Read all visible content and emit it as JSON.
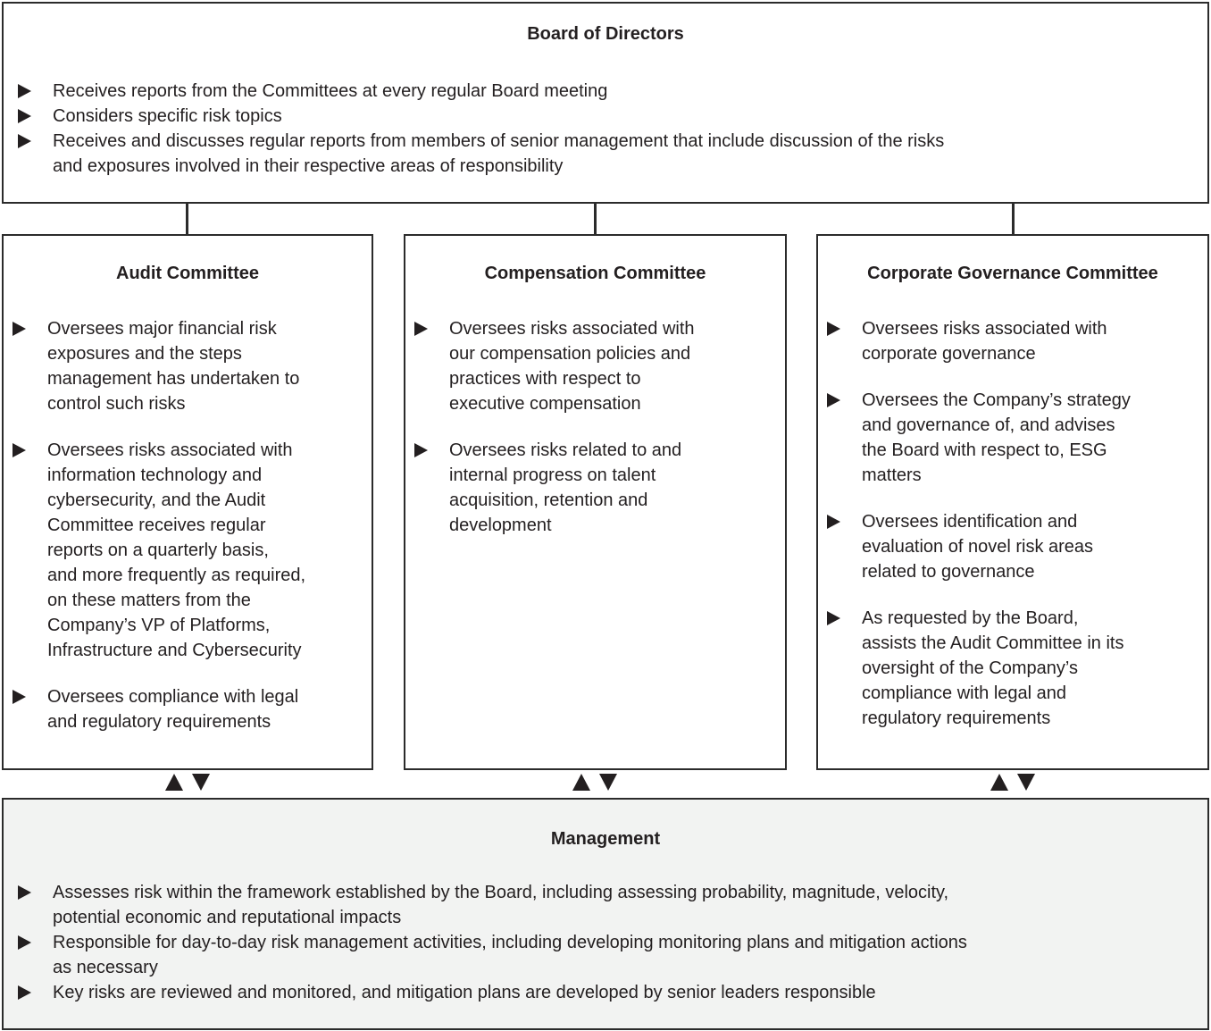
{
  "colors": {
    "text": "#231f20",
    "border": "#2b2b2b",
    "management_bg": "#f2f3f2",
    "page_bg": "#ffffff"
  },
  "icons": {
    "bullet": "right-triangle",
    "committee_links": [
      "up-triangle",
      "down-triangle"
    ]
  },
  "board": {
    "title": "Board of Directors",
    "bullets": [
      "Receives reports from the Committees at every regular Board meeting",
      "Considers specific risk topics",
      "Receives and discusses regular reports from members of senior management that include discussion of the risks\nand exposures involved in their respective areas of responsibility"
    ]
  },
  "committees": [
    {
      "title": "Audit Committee",
      "bullets": [
        "Oversees major financial risk\nexposures and the steps\nmanagement has undertaken to\ncontrol such risks",
        "Oversees risks associated with\ninformation technology and\ncybersecurity, and the Audit\nCommittee receives regular\nreports on a quarterly basis,\nand more frequently as required,\non these matters from the\nCompany’s VP of Platforms,\nInfrastructure and Cybersecurity",
        "Oversees compliance with legal\nand regulatory requirements"
      ]
    },
    {
      "title": "Compensation Committee",
      "bullets": [
        "Oversees risks associated with\nour compensation policies and\npractices with respect to\nexecutive compensation",
        "Oversees risks related to and\ninternal progress on talent\nacquisition, retention and\ndevelopment"
      ]
    },
    {
      "title": "Corporate Governance Committee",
      "bullets": [
        "Oversees risks associated with\ncorporate governance",
        "Oversees the Company’s strategy\nand governance of, and advises\nthe Board with respect to, ESG\nmatters",
        "Oversees identification and\nevaluation of novel risk areas\nrelated to governance",
        "As requested by the Board,\nassists the Audit Committee in its\noversight of the Company’s\ncompliance with legal and\nregulatory requirements"
      ]
    }
  ],
  "management": {
    "title": "Management",
    "bullets": [
      "Assesses risk within the framework established by the Board, including assessing probability, magnitude, velocity,\npotential economic and reputational impacts",
      "Responsible for day-to-day risk management activities, including developing monitoring plans and mitigation actions\nas necessary",
      "Key risks are reviewed and monitored, and mitigation plans are developed by senior leaders responsible"
    ]
  }
}
